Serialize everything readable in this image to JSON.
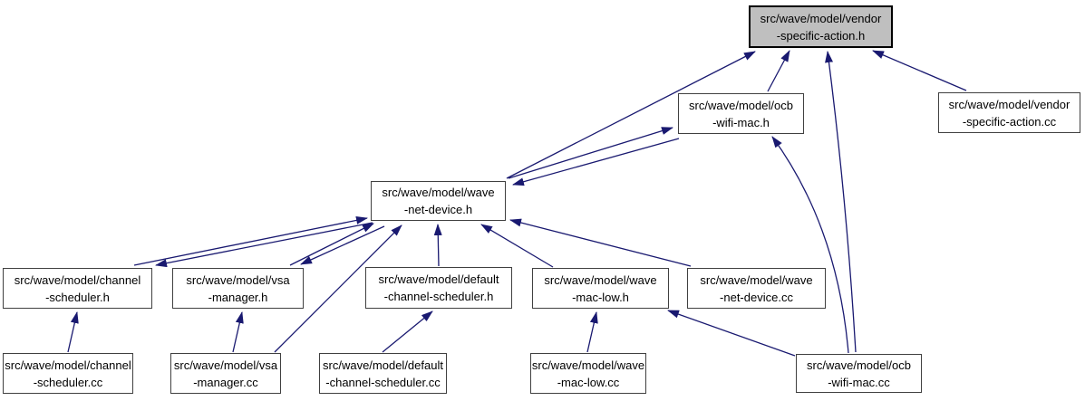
{
  "diagram": {
    "title": "Doxygen include-dependency graph",
    "root_file": "src/wave/model/vendor-specific-action.h",
    "colors": {
      "edge": "#191970",
      "node_fill": "#ffffff",
      "node_border": "#404040",
      "highlight_fill": "#bfbfbf",
      "highlight_border": "#000000",
      "background": "#ffffff",
      "text": "#000000"
    },
    "nodes": [
      {
        "id": "vendor-specific-action-h",
        "line1": "src/wave/model/vendor",
        "line2": "-specific-action.h",
        "highlighted": true
      },
      {
        "id": "ocb-wifi-mac-h",
        "line1": "src/wave/model/ocb",
        "line2": "-wifi-mac.h",
        "highlighted": false
      },
      {
        "id": "vendor-specific-action-cc",
        "line1": "src/wave/model/vendor",
        "line2": "-specific-action.cc",
        "highlighted": false
      },
      {
        "id": "wave-net-device-h",
        "line1": "src/wave/model/wave",
        "line2": "-net-device.h",
        "highlighted": false
      },
      {
        "id": "channel-scheduler-h",
        "line1": "src/wave/model/channel",
        "line2": "-scheduler.h",
        "highlighted": false
      },
      {
        "id": "vsa-manager-h",
        "line1": "src/wave/model/vsa",
        "line2": "-manager.h",
        "highlighted": false
      },
      {
        "id": "default-channel-scheduler-h",
        "line1": "src/wave/model/default",
        "line2": "-channel-scheduler.h",
        "highlighted": false
      },
      {
        "id": "wave-mac-low-h",
        "line1": "src/wave/model/wave",
        "line2": "-mac-low.h",
        "highlighted": false
      },
      {
        "id": "wave-net-device-cc",
        "line1": "src/wave/model/wave",
        "line2": "-net-device.cc",
        "highlighted": false
      },
      {
        "id": "channel-scheduler-cc",
        "line1": "src/wave/model/channel",
        "line2": "-scheduler.cc",
        "highlighted": false
      },
      {
        "id": "vsa-manager-cc",
        "line1": "src/wave/model/vsa",
        "line2": "-manager.cc",
        "highlighted": false
      },
      {
        "id": "default-channel-scheduler-cc",
        "line1": "src/wave/model/default",
        "line2": "-channel-scheduler.cc",
        "highlighted": false
      },
      {
        "id": "wave-mac-low-cc",
        "line1": "src/wave/model/wave",
        "line2": "-mac-low.cc",
        "highlighted": false
      },
      {
        "id": "ocb-wifi-mac-cc",
        "line1": "src/wave/model/ocb",
        "line2": "-wifi-mac.cc",
        "highlighted": false
      }
    ],
    "edges": [
      {
        "from": "wave-net-device-h",
        "to": "vendor-specific-action-h"
      },
      {
        "from": "ocb-wifi-mac-h",
        "to": "vendor-specific-action-h"
      },
      {
        "from": "ocb-wifi-mac-cc",
        "to": "vendor-specific-action-h"
      },
      {
        "from": "vendor-specific-action-cc",
        "to": "vendor-specific-action-h"
      },
      {
        "from": "wave-net-device-h",
        "to": "ocb-wifi-mac-h"
      },
      {
        "from": "ocb-wifi-mac-h",
        "to": "wave-net-device-h"
      },
      {
        "from": "channel-scheduler-h",
        "to": "wave-net-device-h"
      },
      {
        "from": "wave-net-device-h",
        "to": "channel-scheduler-h"
      },
      {
        "from": "vsa-manager-h",
        "to": "wave-net-device-h"
      },
      {
        "from": "wave-net-device-h",
        "to": "vsa-manager-h"
      },
      {
        "from": "vsa-manager-cc",
        "to": "wave-net-device-h"
      },
      {
        "from": "default-channel-scheduler-h",
        "to": "wave-net-device-h"
      },
      {
        "from": "wave-mac-low-h",
        "to": "wave-net-device-h"
      },
      {
        "from": "wave-net-device-cc",
        "to": "wave-net-device-h"
      },
      {
        "from": "wave-mac-low-cc",
        "to": "wave-mac-low-h"
      },
      {
        "from": "ocb-wifi-mac-cc",
        "to": "wave-mac-low-h"
      },
      {
        "from": "ocb-wifi-mac-cc",
        "to": "ocb-wifi-mac-h"
      },
      {
        "from": "channel-scheduler-cc",
        "to": "channel-scheduler-h"
      },
      {
        "from": "vsa-manager-cc",
        "to": "vsa-manager-h"
      },
      {
        "from": "default-channel-scheduler-cc",
        "to": "default-channel-scheduler-h"
      }
    ]
  }
}
